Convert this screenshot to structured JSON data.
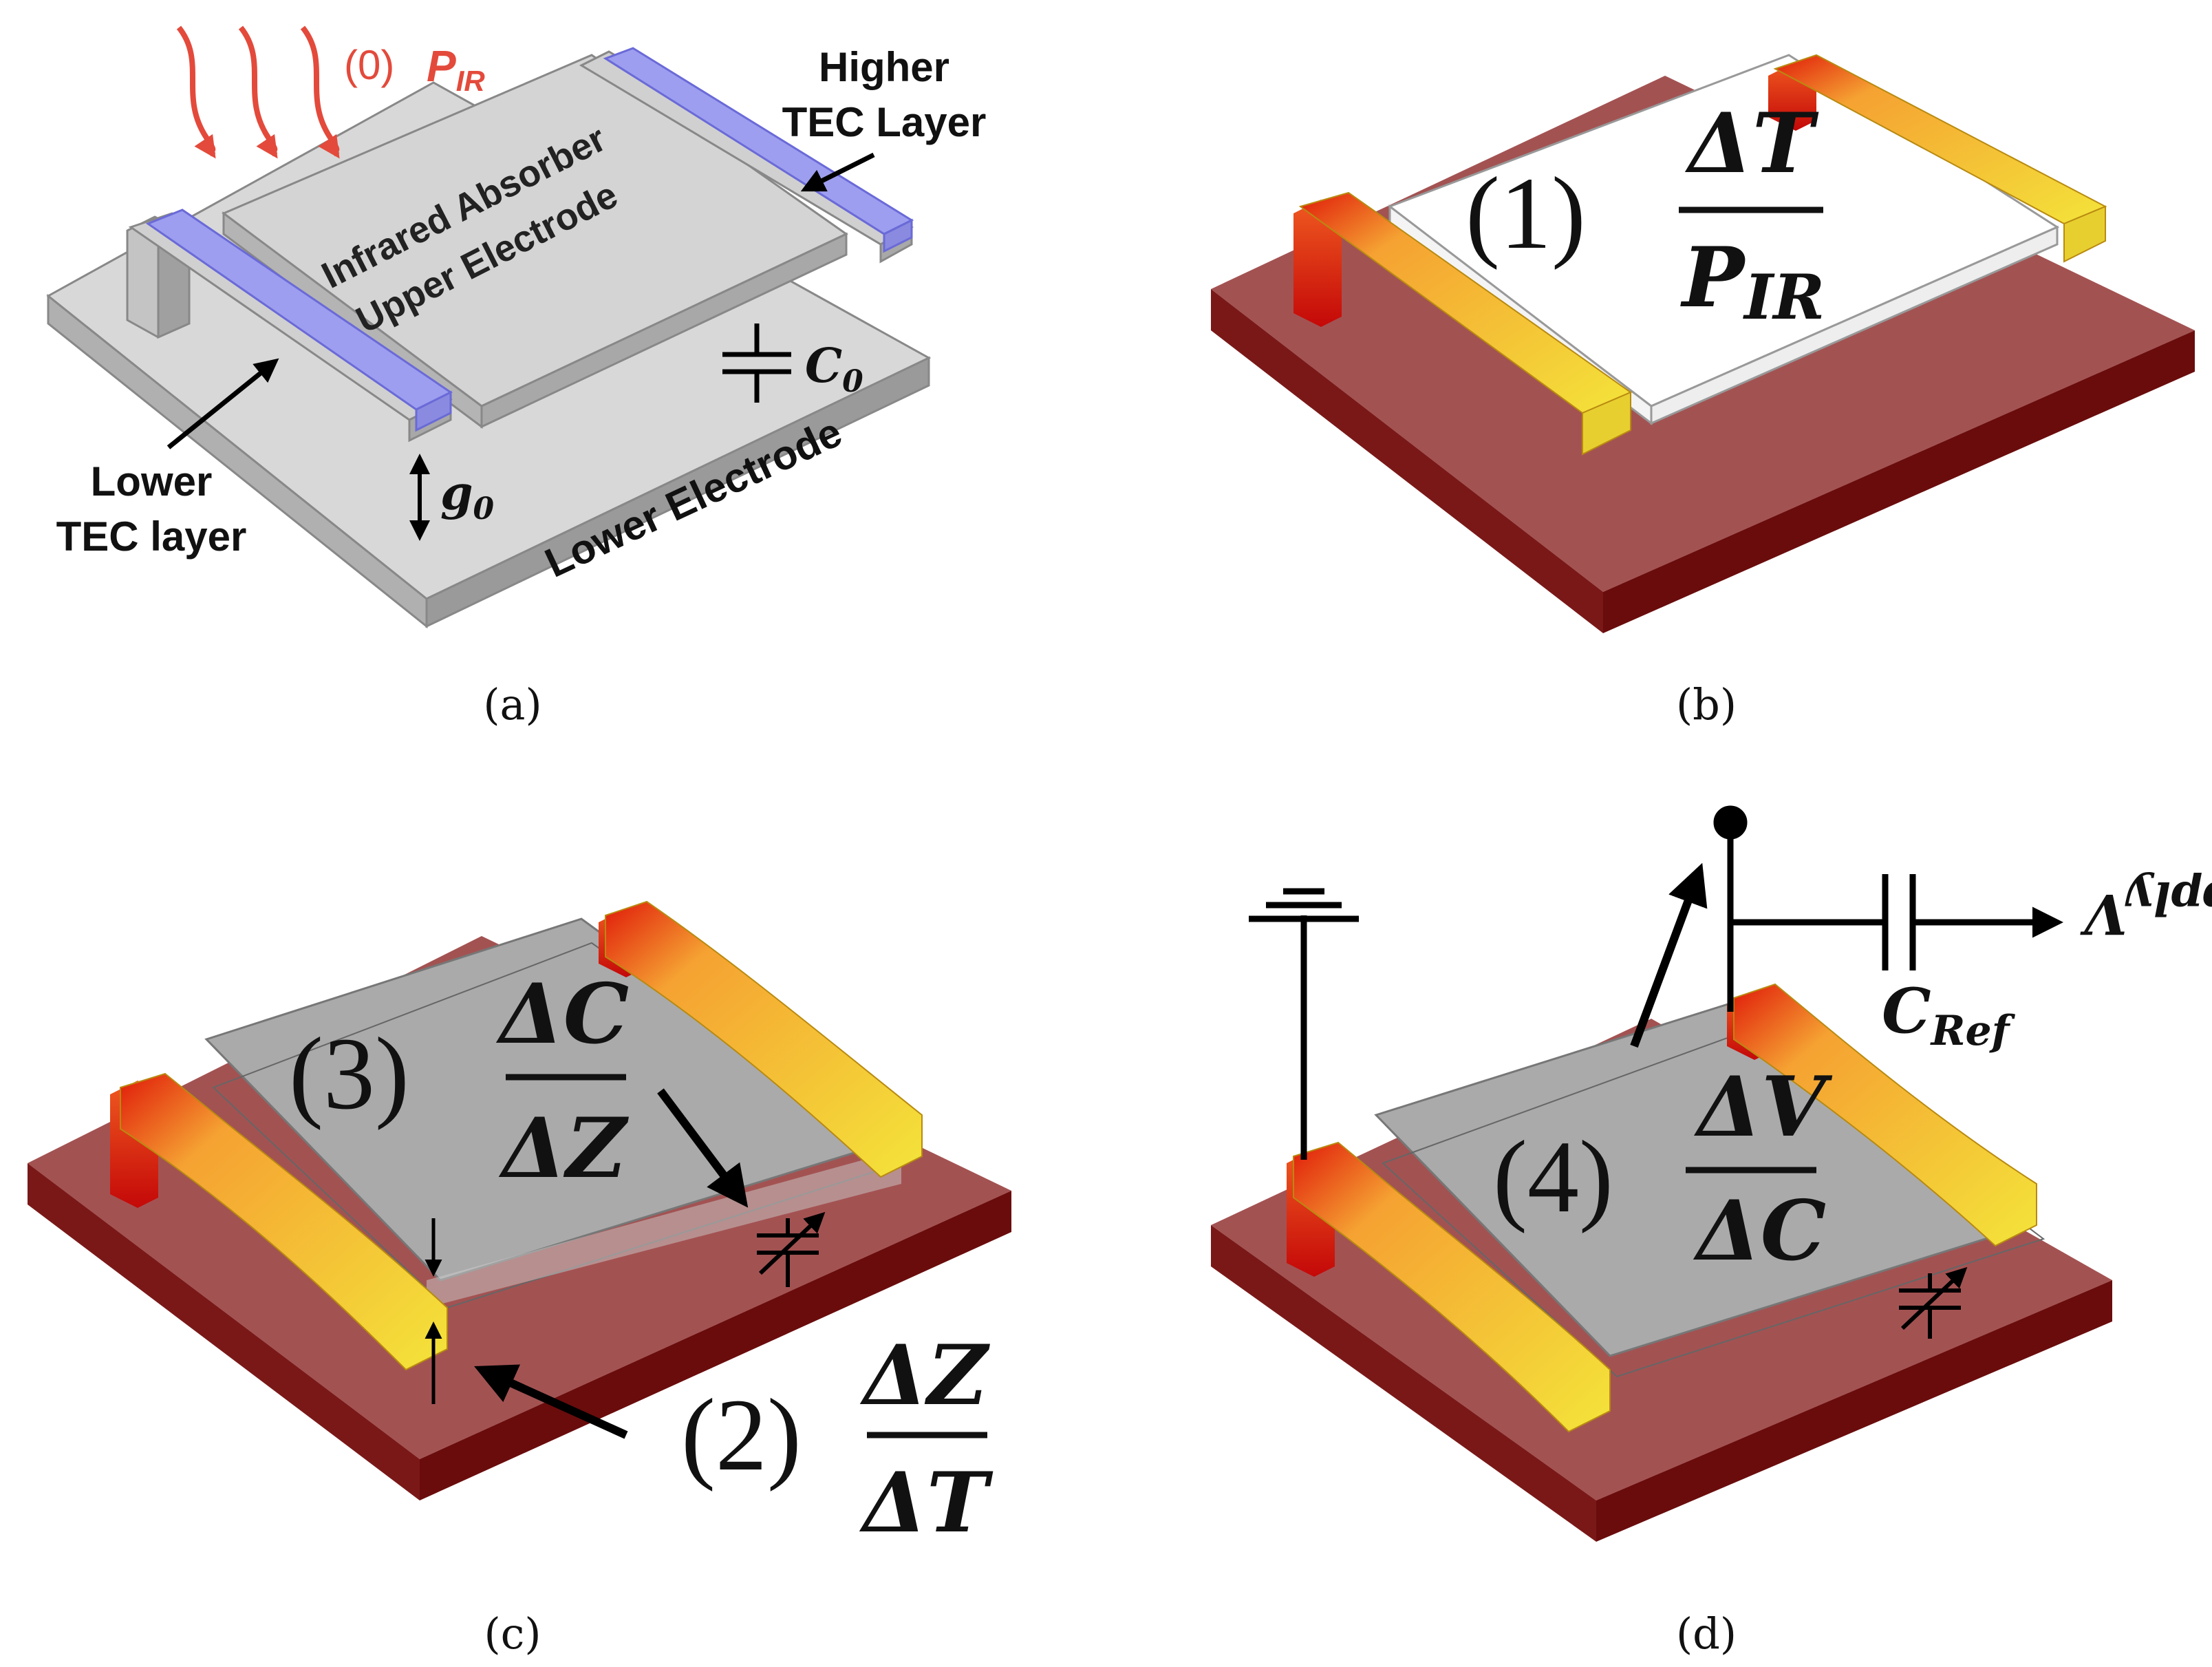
{
  "panel_a": {
    "step": "(0)",
    "p_ir": "P",
    "p_ir_sub": "IR",
    "higher_tec_1": "Higher",
    "higher_tec_2": "TEC Layer",
    "absorber_1": "Infrared Absorber",
    "absorber_2": "Upper Electrode",
    "c0": "C",
    "c0_sub": "0",
    "lower_tec_1": "Lower",
    "lower_tec_2": "TEC layer",
    "g0": "g",
    "g0_sub": "0",
    "lower_electrode": "Lower Electrode",
    "caption": "(a)"
  },
  "panel_b": {
    "step": "(1)",
    "num": "ΔT",
    "den": "P",
    "den_sub": "IR",
    "caption": "(b)"
  },
  "panel_c": {
    "step3": "(3)",
    "num3": "ΔC",
    "den3": "ΔZ",
    "step2": "(2)",
    "num2": "ΔZ",
    "den2": "ΔT",
    "caption": "(c)"
  },
  "panel_d": {
    "step": "(4)",
    "num": "ΔV",
    "den": "ΔC",
    "cref": "C",
    "cref_sub": "Ref",
    "vsupply": "V",
    "vsupply_sub": "Supply",
    "caption": "(d)"
  },
  "colors": {
    "substrate": "#a35252",
    "substrate_dark": "#6e0f0f",
    "tec_blue": "#9e9ef0",
    "tec_hot": "#e83a14",
    "tec_warm": "#f5c830",
    "plate_grey": "#d4d4d4",
    "plate_dark": "#a8a8a8",
    "arrow_red": "#e34a3b"
  }
}
